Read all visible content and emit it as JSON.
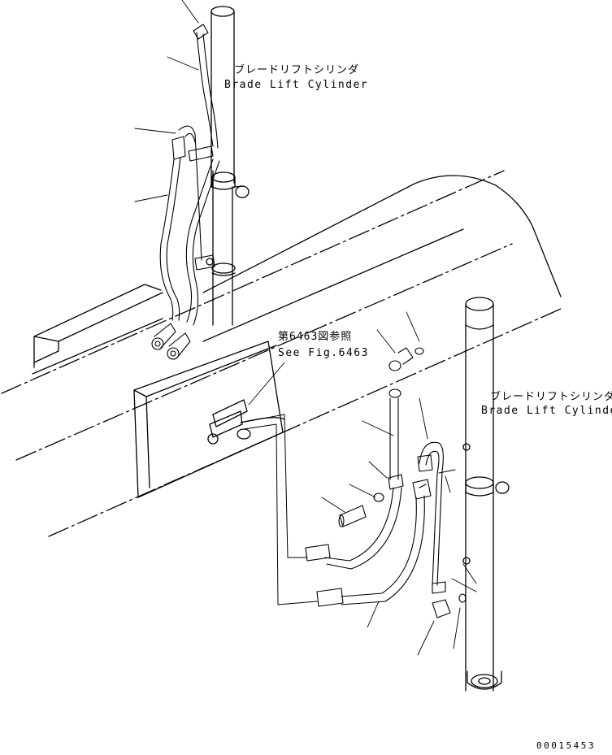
{
  "labels": {
    "cylinder_upper": {
      "jp": "ブレードリフトシリンダ",
      "en": "Brade Lift Cylinder"
    },
    "cylinder_right": {
      "jp": "ブレードリフトシリンダ",
      "en": "Brade Lift Cylinder"
    },
    "reference": {
      "jp": "第6463図参照",
      "en": "See Fig.6463"
    },
    "drawing_number": "00015453"
  },
  "colors": {
    "line": "#000000",
    "background": "#ffffff"
  }
}
